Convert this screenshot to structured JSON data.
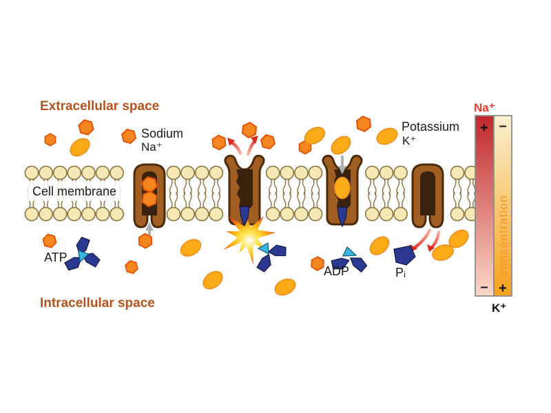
{
  "regions": {
    "extracellular": "Extracellular space",
    "intracellular": "Intracellular space",
    "membrane": "Cell membrane"
  },
  "ions": {
    "sodium_name": "Sodium",
    "sodium_symbol": "Na⁺",
    "potassium_name": "Potassium",
    "potassium_symbol": "K⁺"
  },
  "molecules": {
    "atp": "ATP",
    "adp": "ADP",
    "phosphate": "Pᵢ"
  },
  "gradient_bar": {
    "na_label": "Na⁺",
    "k_label": "K⁺",
    "axis_label": "concentration",
    "na_top_sign": "+",
    "k_top_sign": "–",
    "na_bottom_sign": "–",
    "k_bottom_sign": "+",
    "na_gradient_top": "#c1272d",
    "na_gradient_bottom": "#fbd8c8",
    "k_gradient_top": "#f9efd0",
    "k_gradient_bottom": "#f7a11a"
  },
  "colors": {
    "membrane_head": "#f7e8b5",
    "membrane_outline": "#8a7440",
    "sodium_ion": "#f6861f",
    "sodium_outline": "#e05206",
    "potassium_ion": "#fbab18",
    "potassium_outline": "#ef8e1e",
    "pump_body": "#a05e23",
    "pump_outline": "#4a2a07",
    "pump_cavity": "#38220d",
    "navy": "#2b3990",
    "cyan": "#38b6e0",
    "gray_arrow": "#b0b0b0",
    "red_arrow": "#e8392a",
    "space_label": "#b4531d",
    "concentration_text": "#f7941d",
    "bar_na_label": "#e8392a",
    "bar_border": "#8c8c8c"
  }
}
